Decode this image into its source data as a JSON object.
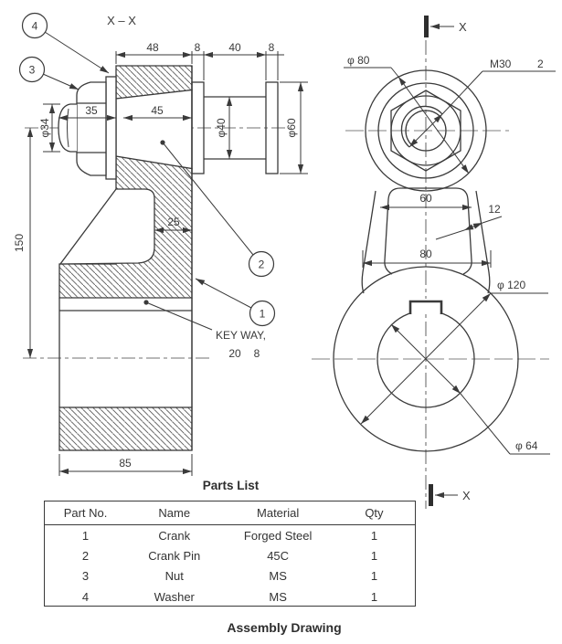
{
  "colors": {
    "line": "#3a3a3a",
    "centerline_dark": "#606060",
    "centerline_gray": "#9a9a9a",
    "text": "#3a3a3a"
  },
  "left_view": {
    "section_label": "X – X",
    "dims": {
      "w48": "48",
      "g8a": "8",
      "w40": "40",
      "g8b": "8",
      "l35": "35",
      "l45": "45",
      "t25": "25",
      "h150": "150",
      "w85": "85",
      "phi34": "φ34",
      "phi40": "φ40",
      "phi60": "φ60"
    },
    "keyway": {
      "line1": "KEY WAY,",
      "width": "20",
      "height": "8"
    },
    "balloons": {
      "b1": "1",
      "b2": "2",
      "b3": "3",
      "b4": "4"
    }
  },
  "right_view": {
    "dims": {
      "phi80": "φ 80",
      "m30": "M30",
      "m30_pitch": "2",
      "w60": "60",
      "t12": "12",
      "w80": "80",
      "phi120": "φ 120",
      "phi64": "φ 64"
    },
    "section_marks": {
      "top": "X",
      "bottom": "X"
    }
  },
  "parts_list": {
    "title": "Parts List",
    "columns": [
      "Part No.",
      "Name",
      "Material",
      "Qty"
    ],
    "rows": [
      [
        "1",
        "Crank",
        "Forged Steel",
        "1"
      ],
      [
        "2",
        "Crank Pin",
        "45C",
        "1"
      ],
      [
        "3",
        "Nut",
        "MS",
        "1"
      ],
      [
        "4",
        "Washer",
        "MS",
        "1"
      ]
    ]
  },
  "caption": "Assembly Drawing"
}
